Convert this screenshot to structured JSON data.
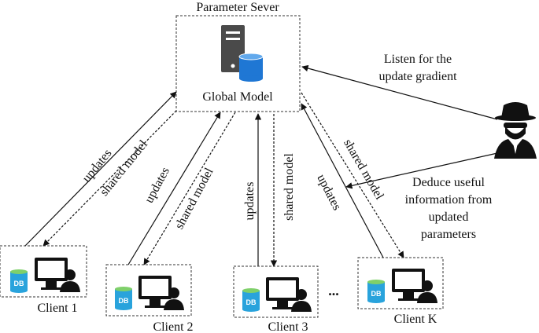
{
  "server": {
    "title": "Parameter Sever",
    "model_label": "Global Model"
  },
  "attacker": {
    "listen_line1": "Listen for the",
    "listen_line2": "update gradient",
    "deduce_line1": "Deduce useful",
    "deduce_line2": "information from",
    "deduce_line3": "updated",
    "deduce_line4": "parameters"
  },
  "edges": {
    "updates": "updates",
    "shared_model": "shared model"
  },
  "clients": [
    {
      "label": "Client 1",
      "db": "DB"
    },
    {
      "label": "Client 2",
      "db": "DB"
    },
    {
      "label": "Client 3",
      "db": "DB"
    },
    {
      "label": "Client K",
      "db": "DB"
    }
  ],
  "ellipsis": "...",
  "colors": {
    "server_dark": "#4a4a4a",
    "db_blue": "#1f77d4",
    "db_cyan": "#29a3dc",
    "stroke": "#111111"
  }
}
